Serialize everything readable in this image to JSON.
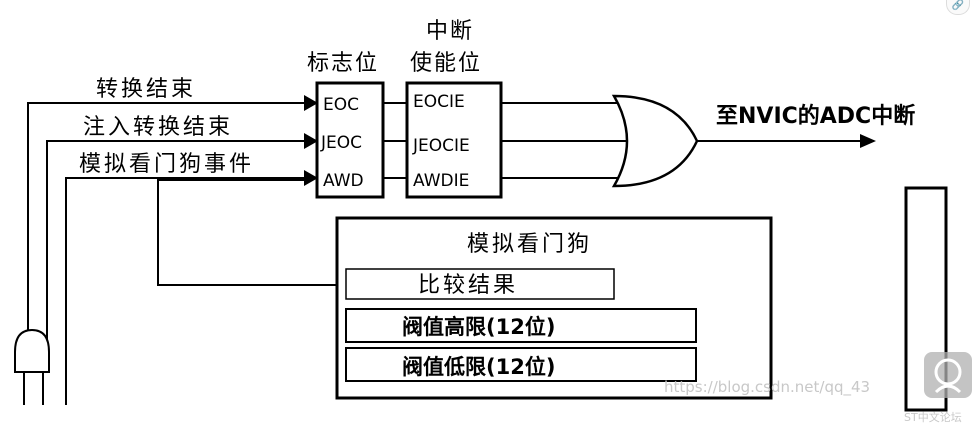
{
  "signals": {
    "end_of_conversion": "转换结束",
    "injected_end_of_conversion": "注入转换结束",
    "analog_watchdog_event": "模拟看门狗事件"
  },
  "flag_bits": {
    "title": "标志位",
    "items": [
      "EOC",
      "JEOC",
      "AWD"
    ]
  },
  "interrupt_enable_bits": {
    "title_line1": "中断",
    "title_line2": "使能位",
    "items": [
      "EOCIE",
      "JEOCIE",
      "AWDIE"
    ]
  },
  "output_label": "至NVIC的ADC中断",
  "watchdog": {
    "title": "模拟看门狗",
    "compare_result": "比较结果",
    "high_threshold": "阀值高限(12位)",
    "low_threshold": "阀值低限(12位)"
  },
  "watermark": {
    "url": "https://blog.csdn.net/qq_43",
    "site": "ST中文论坛"
  },
  "icons": {
    "corner": "share-icon",
    "or_gate": "or-gate-icon",
    "and_gate": "and-gate-icon",
    "forum_logo": "forum-logo-icon"
  }
}
